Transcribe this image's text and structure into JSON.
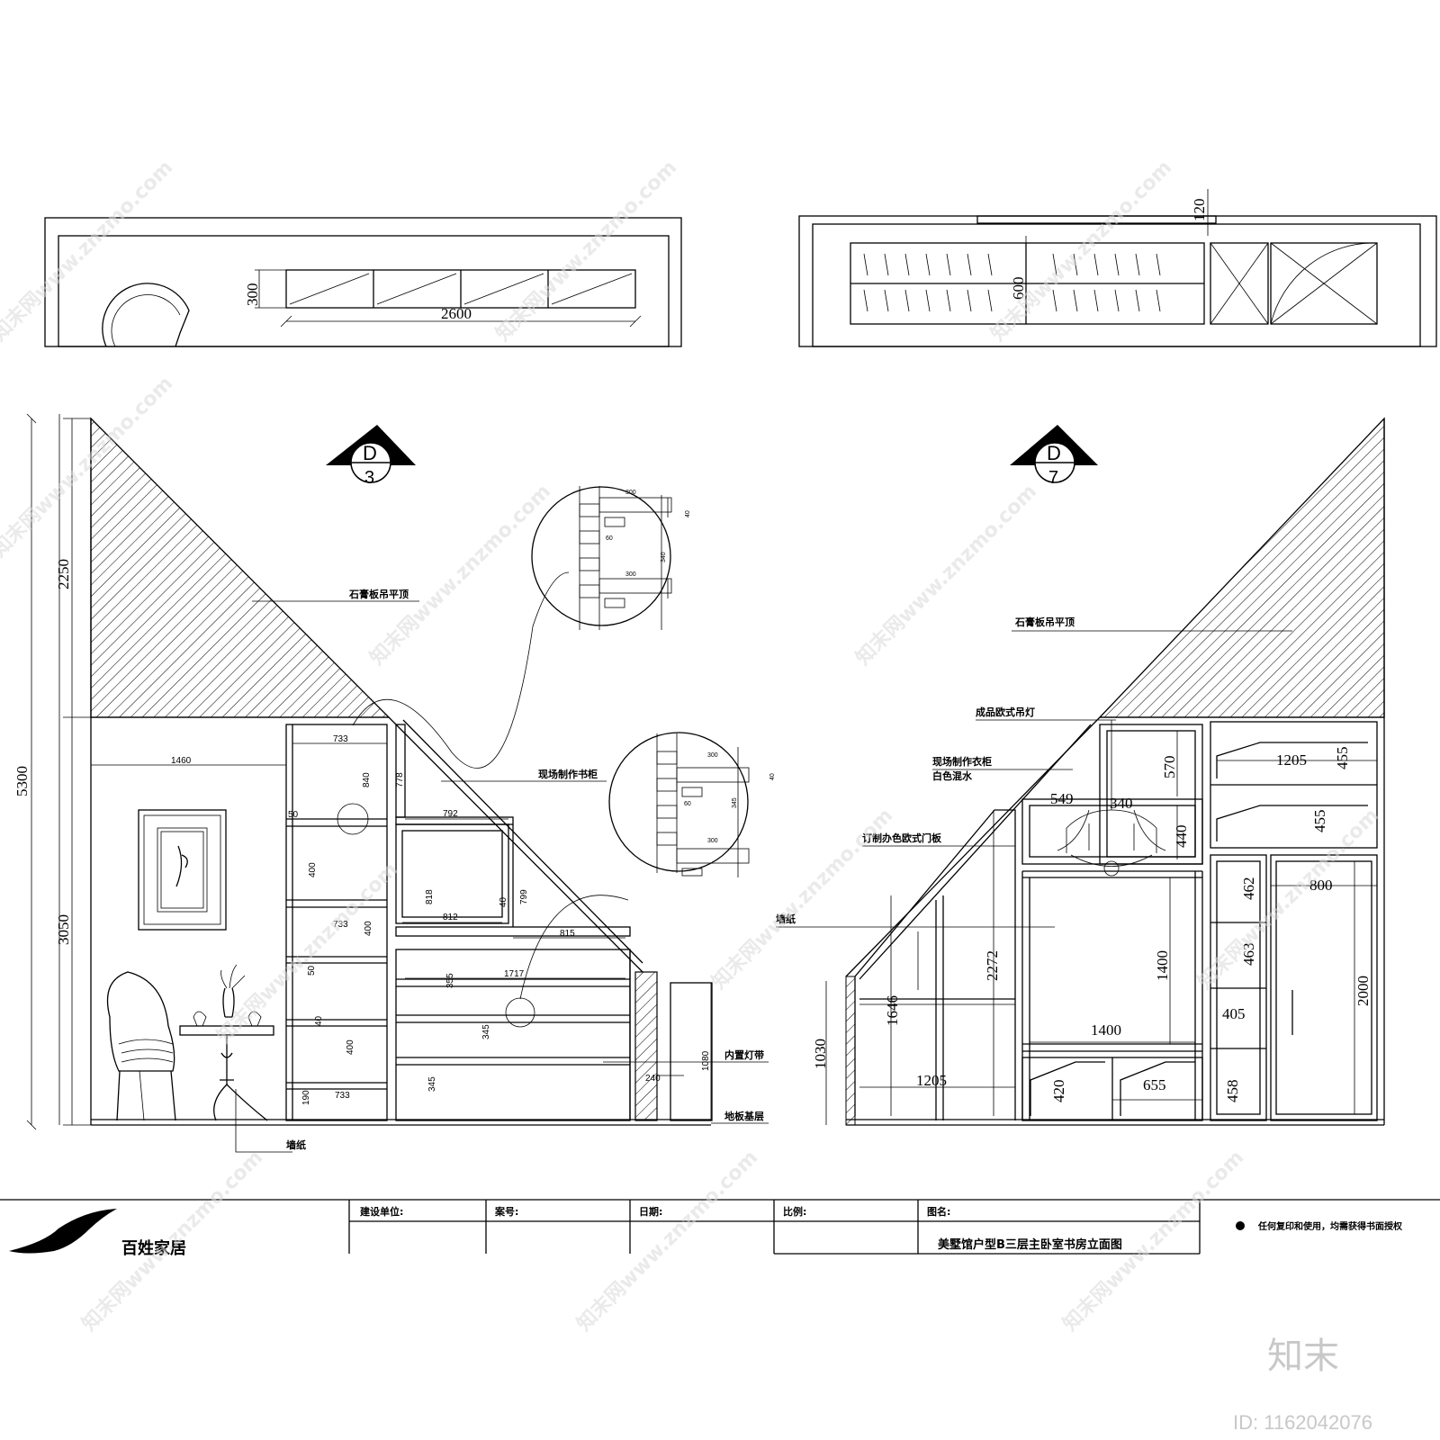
{
  "plan_left": {
    "dim_width": "2600",
    "dim_depth": "300"
  },
  "plan_right": {
    "dim_depth": "600",
    "dim_top": "120"
  },
  "elev_left": {
    "section_letter": "D",
    "section_number": "3",
    "dim_total": "5300",
    "dim_upper": "2250",
    "dim_lower": "3050",
    "dims": [
      "1460",
      "733",
      "840",
      "778",
      "50",
      "792",
      "400",
      "818",
      "812",
      "733",
      "400",
      "40",
      "799",
      "815",
      "50",
      "1717",
      "355",
      "40",
      "345",
      "400",
      "190",
      "733",
      "345",
      "240",
      "1080"
    ],
    "labels": {
      "ceiling": "石膏板吊平顶",
      "bookcase": "现场制作书柜",
      "light_strip": "内置灯带",
      "floor": "地板基层",
      "wallpaper": "墙纸"
    },
    "detail": {
      "a": "300",
      "b": "60",
      "c": "60",
      "d": "40",
      "e": "340",
      "f": "345"
    }
  },
  "elev_right": {
    "section_letter": "D",
    "section_number": "7",
    "dims": [
      "570",
      "1205",
      "455",
      "549",
      "340",
      "455",
      "440",
      "800",
      "462",
      "1400",
      "2272",
      "1646",
      "463",
      "2000",
      "405",
      "1030",
      "1400",
      "1205",
      "420",
      "655",
      "458"
    ],
    "labels": {
      "ceiling": "石膏板吊平顶",
      "chandelier": "成品欧式吊灯",
      "wardrobe": "现场制作衣柜",
      "paint": "白色混水",
      "door": "订制办色欧式门板",
      "wallpaper": "墙纸"
    }
  },
  "title_block": {
    "company": "百姓家居",
    "client_label": "建设单位:",
    "case_label": "案号:",
    "date_label": "日期:",
    "scale_label": "比例:",
    "drawing_label": "图名:",
    "drawing_title": "美墅馆户型B三层主卧室书房立面图",
    "notice": "任何复印和使用，均需获得书面授权"
  },
  "watermark": {
    "text": "知末网www.znzmo.com",
    "brand": "知末",
    "id": "ID: 1162042076"
  }
}
